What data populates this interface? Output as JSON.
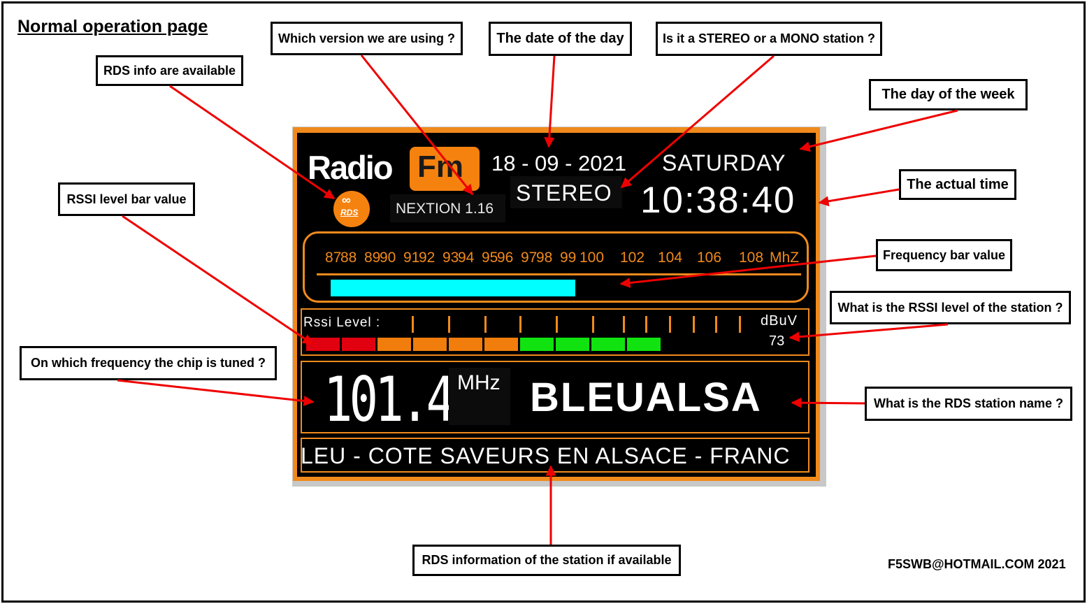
{
  "page_title": "Normal operation page",
  "footer": "F5SWB@HOTMAIL.COM 2021",
  "callouts": {
    "rds_info": "RDS info are available",
    "version": "Which version we are using ?",
    "date": "The date of the day",
    "stereo": "Is it a STEREO or a MONO station ?",
    "day_of_week": "The day of the week",
    "actual_time": "The actual time",
    "rssi_bar": "RSSI level bar value",
    "frequency_bar": "Frequency bar value",
    "rssi_level": "What is the RSSI level of the station ?",
    "tuned_frequency": "On which frequency the chip is tuned ?",
    "station_name": "What is the RDS station name ?",
    "rds_information": "RDS information of the station if available"
  },
  "screen": {
    "logo_radio": "Radio",
    "logo_fm": "Fm",
    "rds_badge": "RDS",
    "version": "NEXTION 1.16",
    "date": "18 - 09 - 2021",
    "stereo_mono": "STEREO",
    "day": "SATURDAY",
    "time": "10:38:40",
    "freq_scale": [
      "87",
      "88",
      "89",
      "90",
      "91",
      "92",
      "93",
      "94",
      "95",
      "96",
      "97",
      "98",
      "99",
      "100",
      "102",
      "104",
      "106",
      "108",
      "MhZ"
    ],
    "freq_bar_fill": 0.52,
    "rssi_label": "Rssi Level  :",
    "rssi_unit": "dBuV",
    "rssi_value": "73",
    "rssi_segments": [
      "#e0000f",
      "#e0000f",
      "#f07d0c",
      "#f07d0c",
      "#f07d0c",
      "#f07d0c",
      "#10e310",
      "#10e310",
      "#10e310",
      "#10e310"
    ],
    "frequency": "101.4",
    "frequency_unit": "MHz",
    "station_name": "BLEUALSA",
    "radiotext": "LEU - COTE SAVEURS EN ALSACE - FRANC"
  },
  "colors": {
    "orange": "#f08a1c",
    "cyan": "#00ffff",
    "arrow": "#ee0000"
  }
}
